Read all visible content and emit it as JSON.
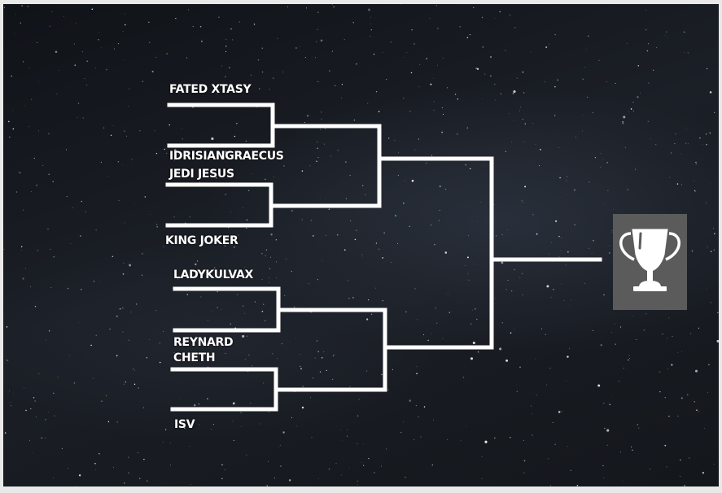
{
  "bracket": {
    "players": [
      "FATED XTASY",
      "IDRISIANGRAECUS",
      "JEDI JESUS",
      "KING JOKER",
      "LADYKULVAX",
      "REYNARD",
      "CHETH",
      "ISV"
    ]
  },
  "trophy": {
    "icon": "trophy-icon"
  },
  "colors": {
    "line": "#ffffff",
    "trophy_bg": "#5b5b5b"
  }
}
